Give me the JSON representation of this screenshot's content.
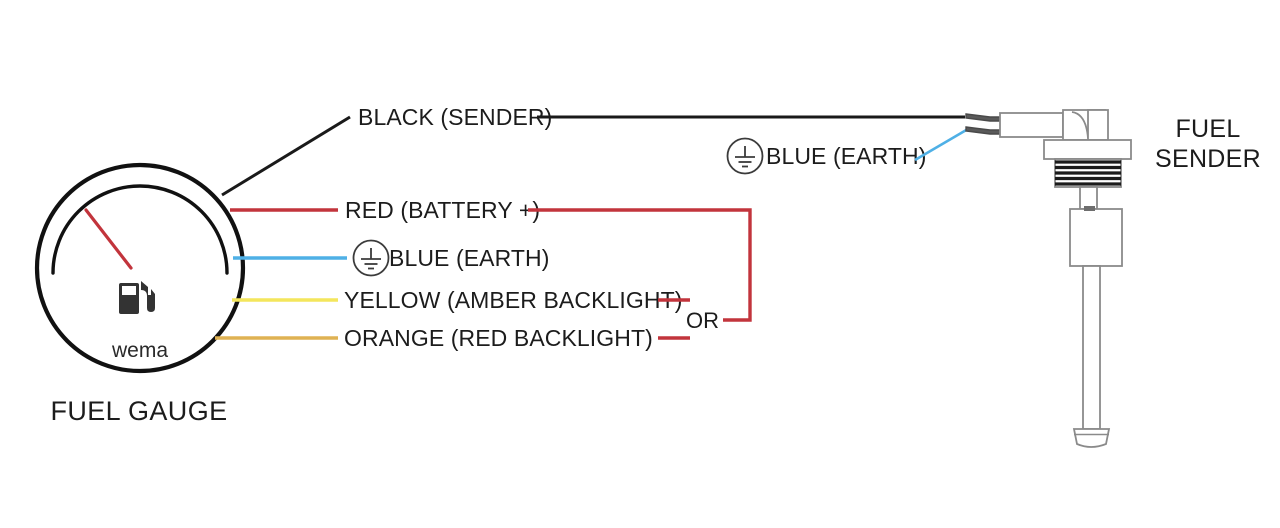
{
  "diagram": {
    "title": "Fuel gauge to fuel sender wiring diagram",
    "colors": {
      "black_wire": "#1a1a1a",
      "red_wire": "#c2343c",
      "blue_wire": "#4fb0e6",
      "yellow_wire": "#f4e65c",
      "orange_wire": "#dfb253",
      "outline": "#111111",
      "sender_outline": "#8a8a8a",
      "thread_dark": "#1b1b1b",
      "text": "#1c1c1c"
    }
  },
  "gauge": {
    "caption": "FUEL GAUGE",
    "brand": "wema",
    "icon": "fuel-pump-icon",
    "needle_color": "#c2343c"
  },
  "wires": [
    {
      "id": "black-sender",
      "label": "BLACK (SENDER)",
      "color": "#1a1a1a"
    },
    {
      "id": "red-battery",
      "label": "RED (BATTERY +)",
      "color": "#c2343c"
    },
    {
      "id": "blue-earth",
      "label": "BLUE (EARTH)",
      "color": "#4fb0e6",
      "symbol": "earth-ground-symbol"
    },
    {
      "id": "yellow-amber-backlight",
      "label": "YELLOW (AMBER BACKLIGHT)",
      "color": "#f4e65c"
    },
    {
      "id": "orange-red-backlight",
      "label": "ORANGE (RED BACKLIGHT)",
      "color": "#dfb253"
    }
  ],
  "junction": {
    "or_label": "OR"
  },
  "sender": {
    "caption_line1": "FUEL",
    "caption_line2": "SENDER",
    "earth_label": "BLUE (EARTH)",
    "earth_symbol": "earth-ground-symbol",
    "earth_wire_color": "#4fb0e6"
  }
}
